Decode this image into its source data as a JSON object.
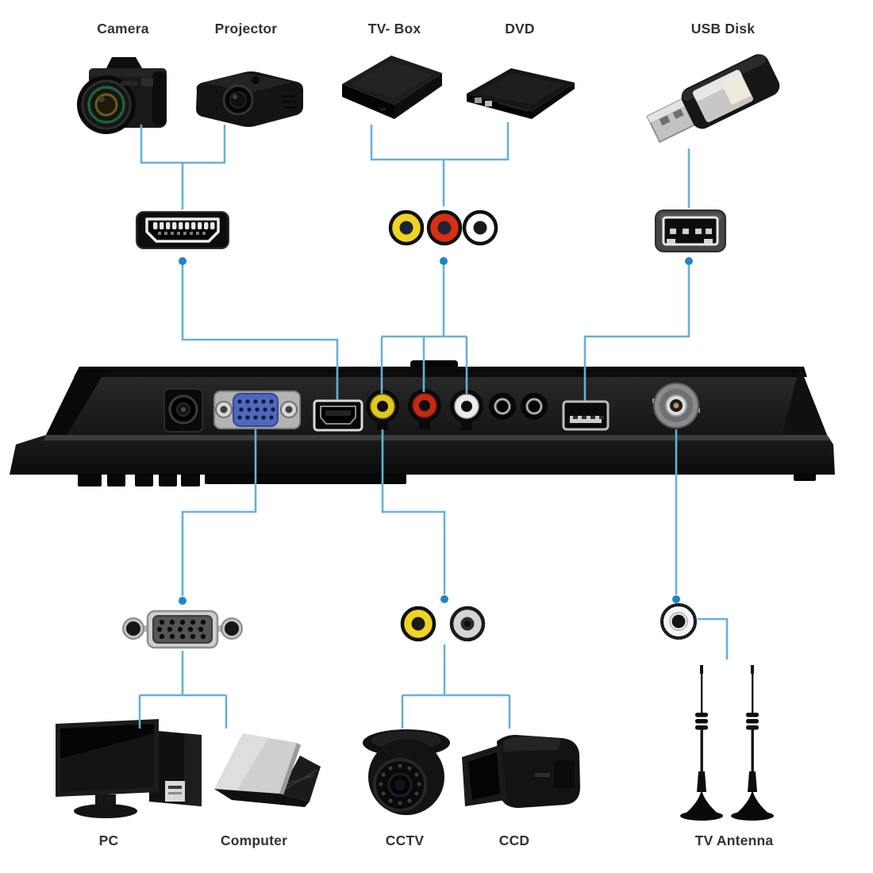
{
  "diagram_type": "monitor-connectivity-diagram",
  "top_devices": [
    {
      "label": "Camera",
      "icon": "dslr-camera-icon"
    },
    {
      "label": "Projector",
      "icon": "projector-icon"
    },
    {
      "label": "TV- Box",
      "icon": "tv-box-icon"
    },
    {
      "label": "DVD",
      "icon": "dvd-drive-icon"
    },
    {
      "label": "USB Disk",
      "icon": "usb-flash-drive-icon"
    }
  ],
  "bottom_devices": [
    {
      "label": "PC",
      "icon": "desktop-pc-icon"
    },
    {
      "label": "Computer",
      "icon": "laptop-icon"
    },
    {
      "label": "CCTV",
      "icon": "dome-camera-icon"
    },
    {
      "label": "CCD",
      "icon": "camcorder-icon"
    },
    {
      "label": "TV Antenna",
      "icon": "magnetic-antenna-icon"
    }
  ],
  "connector_icons": {
    "hdmi": "hdmi-plug-icon",
    "av_inputs": [
      "rca-yellow-icon",
      "rca-red-icon",
      "rca-white-icon"
    ],
    "usb": "usb-socket-icon",
    "vga": "vga-plug-icon",
    "av_outputs": [
      "rca-yellow-icon",
      "rca-white-icon"
    ],
    "antenna_jack": "rca-white-icon"
  },
  "panel_ports": [
    "dc-power-jack",
    "vga-port",
    "hdmi-port",
    "rca-yellow-port",
    "rca-red-port",
    "rca-white-port",
    "audio-jack",
    "audio-jack",
    "usb-port",
    "bnc-port"
  ],
  "colors": {
    "wire_blue": "#68b0d6",
    "node_dot_blue": "#1d86c6",
    "rca_yellow": "#f0d422",
    "rca_red": "#d82e12",
    "rca_white": "#f2f2f2",
    "vga_blue": "#4f68bd",
    "panel_dark": "#1c1c1c",
    "label_text": "#323232"
  }
}
